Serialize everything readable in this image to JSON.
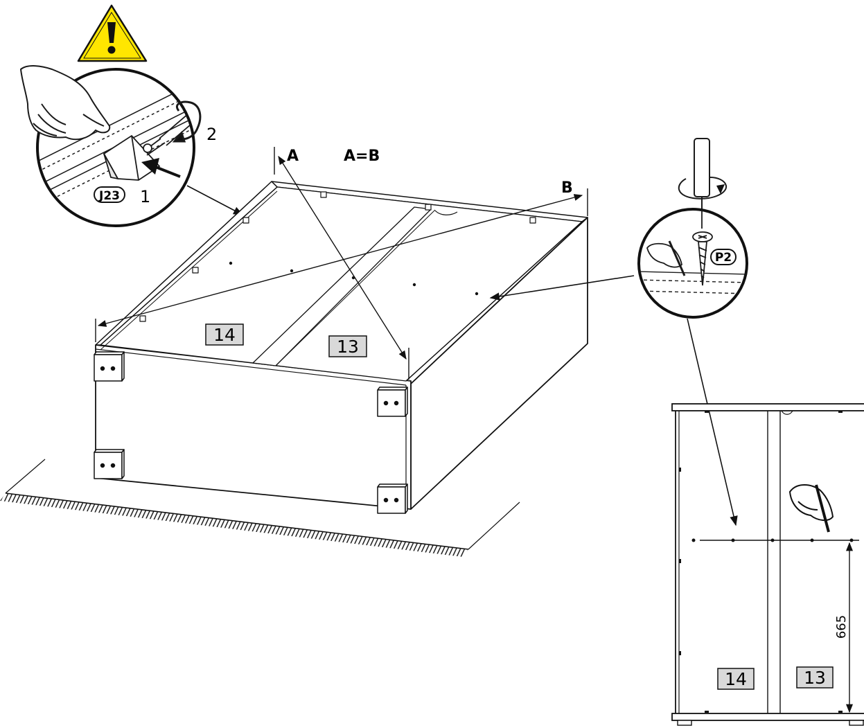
{
  "labels": {
    "measure_a": "A",
    "measure_b": "B",
    "measure_eq": "A=B",
    "step_1": "1",
    "step_2": "2",
    "part_j23": "J23",
    "part_p2": "P2",
    "panel_14": "14",
    "panel_13": "13",
    "dimension": "665"
  },
  "icons": {
    "warning": "warning-triangle-icon",
    "hand": "hand-icon",
    "pencil_hand": "hand-with-pencil-icon",
    "screwdriver": "screwdriver-icon",
    "screw": "screw-icon"
  },
  "colors": {
    "warning_fill": "#FFE600",
    "panel_label_bg": "#D9D9D9",
    "line": "#1A1A1A"
  }
}
